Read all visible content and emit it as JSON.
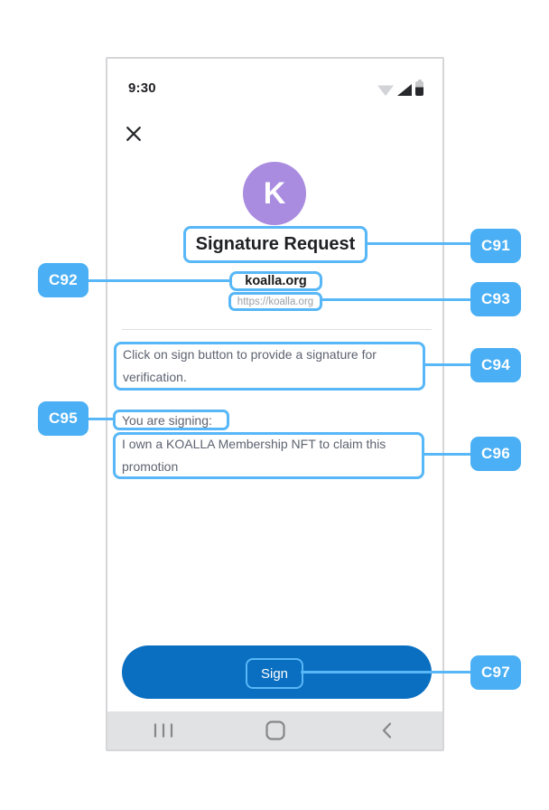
{
  "phone": {
    "status_bar": {
      "time": "9:30",
      "icons": [
        "wifi-icon",
        "cellular-signal-icon",
        "battery-icon"
      ]
    },
    "close_icon": "close-icon",
    "sheet": {
      "avatar_letter": "K",
      "title": "Signature Request",
      "site_name": "koalla.org",
      "site_url": "https://koalla.org",
      "description": "Click on sign button to provide a signature for verification.",
      "signing_label": "You are signing:",
      "signing_message": "I own a KOALLA Membership NFT to claim this promotion",
      "sign_button_label": "Sign"
    },
    "nav_bar": {
      "icons": [
        "recents-icon",
        "home-icon",
        "back-icon"
      ]
    }
  },
  "callouts": [
    {
      "label": "C91"
    },
    {
      "label": "C92"
    },
    {
      "label": "C93"
    },
    {
      "label": "C94"
    },
    {
      "label": "C95"
    },
    {
      "label": "C96"
    },
    {
      "label": "C97"
    }
  ],
  "colors": {
    "callout_blue": "#4AAFF4",
    "annotation_outline_blue": "#58B7F7",
    "sign_button_blue": "#0A6FC0",
    "avatar_purple": "#A98CE0",
    "body_text_gray": "#5D6370",
    "url_gray": "#9AA0A6",
    "navbar_gray": "#E1E2E4"
  }
}
